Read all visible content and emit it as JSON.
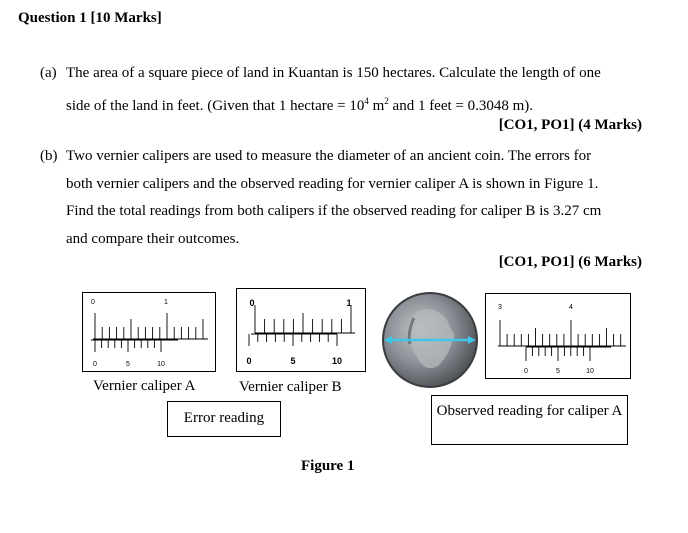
{
  "question": {
    "title": "Question 1 [10 Marks]"
  },
  "part_a": {
    "label": "(a)",
    "line1": "The area of a square piece of land in Kuantan is 150 hectares. Calculate the length of one",
    "line2_pre": "side of the land in feet. (Given that 1 hectare = 10",
    "line2_sup1": "4",
    "line2_mid": " m",
    "line2_sup2": "2",
    "line2_post": " and 1 feet = 0.3048 m).",
    "marks": "[CO1, PO1] (4 Marks)"
  },
  "part_b": {
    "label": "(b)",
    "line1": "Two vernier calipers are used to measure the diameter of an ancient coin. The errors for",
    "line2": "both vernier calipers and the observed reading for vernier caliper A is shown in Figure 1.",
    "line3": "Find the total readings from both calipers if the observed reading for caliper B is 3.27 cm",
    "line4": "and compare their outcomes.",
    "marks": "[CO1, PO1] (6 Marks)"
  },
  "figure": {
    "caliper_a": {
      "caption": "Vernier caliper A",
      "main_labels": [
        "0",
        "1"
      ],
      "vernier_labels": [
        "0",
        "5",
        "10"
      ]
    },
    "caliper_b": {
      "caption": "Vernier caliper B",
      "main_labels": [
        "0",
        "1"
      ],
      "vernier_labels": [
        "0",
        "5",
        "10"
      ]
    },
    "observed": {
      "main_labels": [
        "3",
        "4"
      ],
      "vernier_labels": [
        "0",
        "5",
        "10"
      ]
    },
    "error_reading_label": "Error reading",
    "observed_reading_label": "Observed reading for caliper A",
    "figure_caption": "Figure 1",
    "colors": {
      "arrow": "#3ec6e8",
      "coin": "#8a8f95"
    }
  }
}
